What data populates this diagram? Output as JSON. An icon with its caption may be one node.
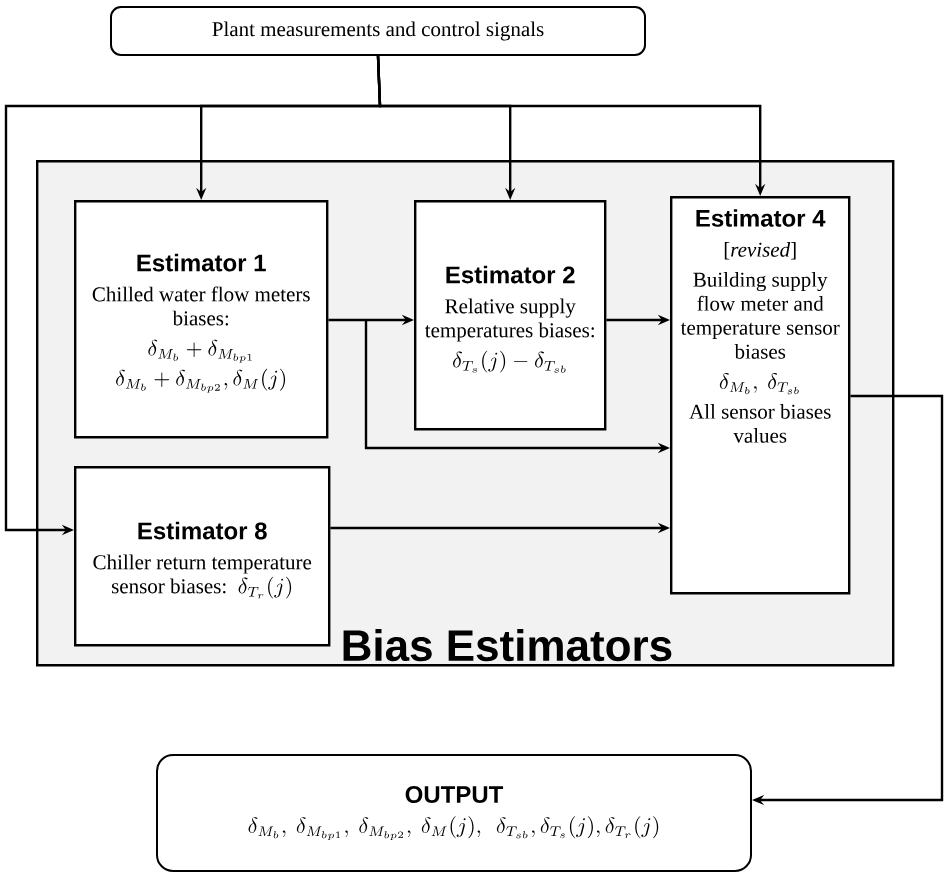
{
  "diagram": {
    "nodes": [
      {
        "text": [
          "Plant measurements and control signals"
        ]
      },
      {
        "text": [
          "Bias Estimators"
        ]
      },
      {
        "text": [
          "Estimator 1",
          "Chilled water flow meters biases:",
          "\\delta_{M_b}+\\delta_{M_{bp1}}",
          "\\delta_{M_b}+\\delta_{M_{bp2}},\\delta_M(j)"
        ],
        "in": 1
      },
      {
        "text": [
          "Estimator 2",
          "Relative supply temperatures biases:",
          "\\delta_{T_s}(j)-\\delta_{T_{sb}}"
        ],
        "in": 1
      },
      {
        "text": [
          "Estimator 4",
          "[*revised*]",
          "Building supply flow meter and temperature sensor biases",
          "\\delta_{M_b},\\ \\delta_{T_{sb}}",
          "All sensor biases values"
        ],
        "in": 1
      },
      {
        "text": [
          "Estimator 8",
          "Chiller return temperature sensor biases:",
          "\\delta_{T_r}(j)"
        ],
        "in": 1
      },
      {
        "text": [
          "OUTPUT",
          "\\delta_{M_b},\\ \\delta_{M_{bp1}},\\ \\delta_{M_{bp2}},\\ \\delta_M(j),\\ \\ \\delta_{T_{sb}},\\delta_{T_s}(j),\\delta_{T_r}(j)"
        ]
      }
    ],
    "edges": [
      {
        "from": 0,
        "to": 2,
        "arrow": "to"
      },
      {
        "from": 0,
        "to": 3,
        "arrow": "to"
      },
      {
        "from": 0,
        "to": 4,
        "arrow": "to"
      },
      {
        "from": 0,
        "to": 5,
        "arrow": "to"
      },
      {
        "from": 2,
        "to": 3,
        "arrow": "to"
      },
      {
        "from": 2,
        "to": 4,
        "arrow": "to"
      },
      {
        "from": 3,
        "to": 4,
        "arrow": "to"
      },
      {
        "from": 5,
        "to": 4,
        "arrow": "to"
      },
      {
        "from": 4,
        "to": 6,
        "arrow": "to"
      }
    ]
  }
}
